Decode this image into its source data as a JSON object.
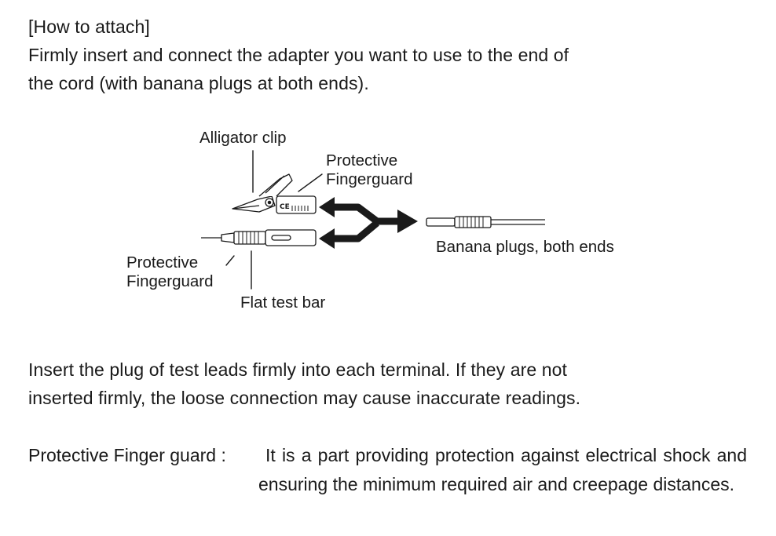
{
  "intro": {
    "heading": "[How to attach]",
    "line1": "Firmly insert and connect the adapter you want to use to the end of",
    "line2": "the cord (with banana plugs at both ends)."
  },
  "diagram": {
    "labels": {
      "alligator_clip": "Alligator clip",
      "top_guard_line1": "Protective",
      "top_guard_line2": "Fingerguard",
      "bottom_guard_line1": "Protective",
      "bottom_guard_line2": "Fingerguard",
      "flat_test_bar": "Flat test bar",
      "banana_plugs": "Banana plugs, both ends"
    },
    "ce_mark": "CE"
  },
  "insert_note": {
    "line1": "Insert the plug of test leads firmly into each terminal. If they are not",
    "line2": "inserted firmly, the loose connection may cause inaccurate readings."
  },
  "definition": {
    "term": "Protective Finger guard :",
    "description": "It is a part providing protection against electrical shock and ensuring the minimum required air and creepage distances."
  }
}
